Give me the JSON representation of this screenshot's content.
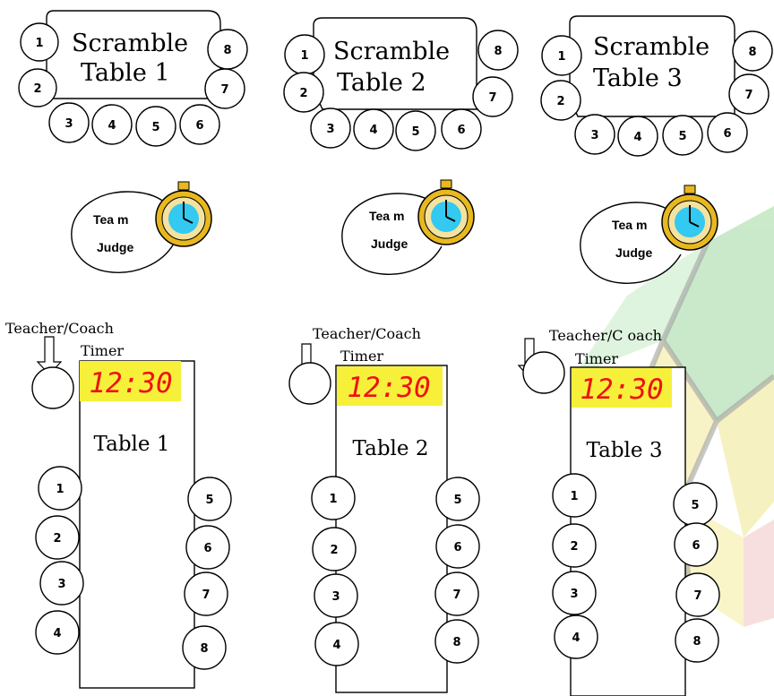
{
  "scramble_tables": [
    {
      "line1": "Scramble",
      "line2": "Table 1",
      "seats": [
        "1",
        "2",
        "3",
        "4",
        "5",
        "6",
        "7",
        "8"
      ]
    },
    {
      "line1": "Scramble",
      "line2": "Table 2",
      "seats": [
        "1",
        "2",
        "3",
        "4",
        "5",
        "6",
        "7",
        "8"
      ]
    },
    {
      "line1": "Scramble",
      "line2": "Table 3",
      "seats": [
        "1",
        "2",
        "3",
        "4",
        "5",
        "6",
        "7",
        "8"
      ]
    }
  ],
  "judges": [
    {
      "line1": "Tea m",
      "line2": "Judge"
    },
    {
      "line1": "Tea m",
      "line2": "Judge"
    },
    {
      "line1": "Tea m",
      "line2": "Judge"
    }
  ],
  "coaches": [
    {
      "label": "Teacher/Coach",
      "timer_label": "Timer"
    },
    {
      "label": "Teacher/Coach",
      "timer_label": "Timer"
    },
    {
      "label": "Teacher/C oach",
      "timer_label": "Timer"
    }
  ],
  "competition_tables": [
    {
      "name": "Table 1",
      "clock": "12:30",
      "seats": [
        "1",
        "2",
        "3",
        "4",
        "5",
        "6",
        "7",
        "8"
      ]
    },
    {
      "name": "Table 2",
      "clock": "12:30",
      "seats": [
        "1",
        "2",
        "3",
        "4",
        "5",
        "6",
        "7",
        "8"
      ]
    },
    {
      "name": "Table 3",
      "clock": "12:30",
      "seats": [
        "1",
        "2",
        "3",
        "4",
        "5",
        "6",
        "7",
        "8"
      ]
    }
  ],
  "colors": {
    "lcd_background": "#f7f03a",
    "lcd_digits": "#e11111",
    "stopwatch_gold": "#e8b820",
    "stopwatch_face": "#33c9f0",
    "cube_green": "#8ed08e",
    "cube_yellow": "#f1e58f"
  },
  "icons": [
    "stopwatch-icon",
    "down-arrow-icon",
    "rubiks-cube-watermark"
  ]
}
